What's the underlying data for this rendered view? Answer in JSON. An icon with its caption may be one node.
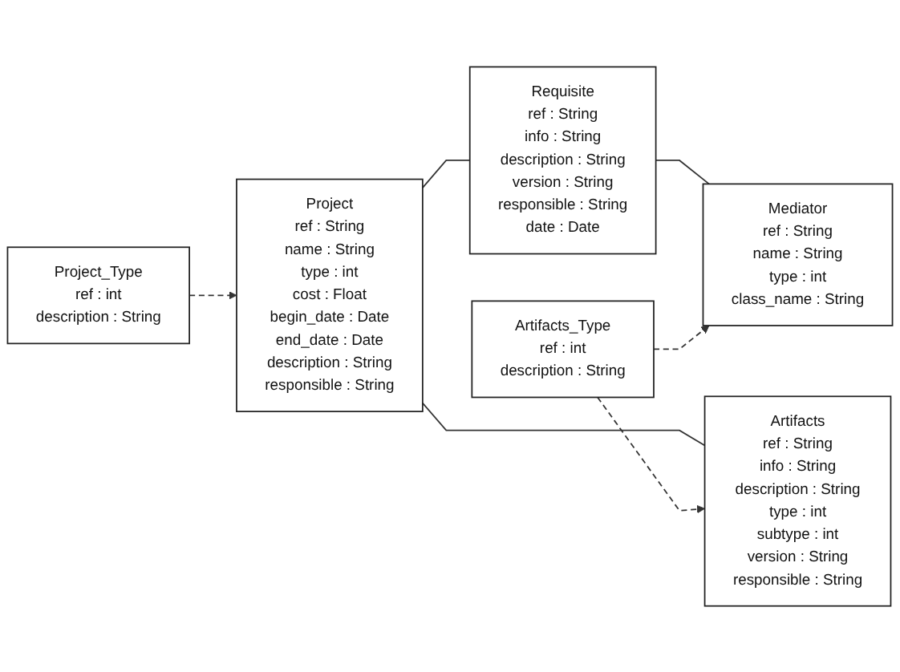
{
  "diagram": {
    "nodes": [
      {
        "text": [
          "Project",
          "ref : String",
          "name : String",
          "type : int",
          "cost : Float",
          "begin_date : Date",
          "end_date : Date",
          "description : String",
          "responsible : String"
        ]
      },
      {
        "text": [
          "Requisite",
          "ref : String",
          "info : String",
          "description : String",
          "version : String",
          "responsible : String",
          "date : Date"
        ]
      },
      {
        "text": [
          "Mediator",
          "ref : String",
          "name : String",
          "type : int",
          "class_name : String"
        ]
      },
      {
        "text": [
          "Artifacts",
          "ref : String",
          "info : String",
          "description : String",
          "type : int",
          "subtype : int",
          "version : String",
          "responsible : String"
        ]
      },
      {
        "text": [
          "Artifacts_Type",
          "ref : int",
          "description : String"
        ]
      },
      {
        "text": [
          "Project_Type",
          "ref : int",
          "description : String"
        ]
      }
    ],
    "edges": [
      {
        "from": 0,
        "to": 1,
        "arrow": "none"
      },
      {
        "from": 1,
        "to": 2,
        "arrow": "none"
      },
      {
        "from": 0,
        "to": 3,
        "arrow": "none"
      },
      {
        "from": 5,
        "to": 0,
        "arrow": "to",
        "style": "dashed"
      },
      {
        "from": 4,
        "to": 3,
        "arrow": "to",
        "style": "dashed"
      },
      {
        "from": 4,
        "to": 2,
        "arrow": "to",
        "style": "dashed"
      }
    ]
  }
}
